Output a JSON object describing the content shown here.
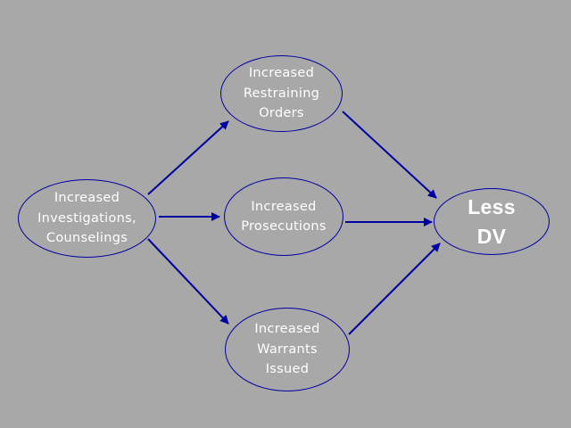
{
  "nodes": {
    "source": {
      "lines": [
        "Increased",
        "Investigations,",
        "Counselings"
      ]
    },
    "restrain": {
      "lines": [
        "Increased",
        "Restraining",
        "Orders"
      ]
    },
    "prosec": {
      "lines": [
        "Increased",
        "Prosecutions"
      ]
    },
    "warrant": {
      "lines": [
        "Increased",
        "Warrants",
        "Issued"
      ]
    },
    "target": {
      "lines": [
        "Less",
        "DV"
      ]
    }
  },
  "edges": [
    {
      "from": "source",
      "to": "restrain"
    },
    {
      "from": "source",
      "to": "prosec"
    },
    {
      "from": "source",
      "to": "warrant"
    },
    {
      "from": "restrain",
      "to": "target"
    },
    {
      "from": "prosec",
      "to": "target"
    },
    {
      "from": "warrant",
      "to": "target"
    }
  ],
  "colors": {
    "background": "#a8a8a8",
    "arrow": "#0000a0",
    "text": "#ffffff"
  }
}
